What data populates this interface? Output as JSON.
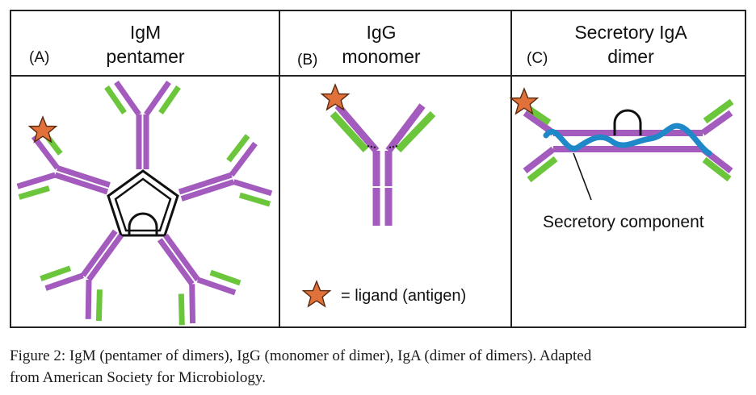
{
  "colors": {
    "heavy_chain": "#a35bbd",
    "light_chain": "#6cc63c",
    "secretory_component": "#1e88c8",
    "ligand_star": "#e0713a",
    "border": "#222222"
  },
  "panels": [
    {
      "letter": "(A)",
      "title_line1": "IgM",
      "title_line2": "pentamer"
    },
    {
      "letter": "(B)",
      "title_line1": "IgG",
      "title_line2": "monomer"
    },
    {
      "letter": "(C)",
      "title_line1": "Secretory IgA",
      "title_line2": "dimer"
    }
  ],
  "secretory_label": "Secretory component",
  "legend": {
    "icon": "star-icon",
    "text": "= ligand (antigen)"
  },
  "caption": {
    "line1": "Figure 2: IgM (pentamer of dimers), IgG (monomer of dimer), IgA (dimer of dimers). Adapted",
    "line2": "from American Society for Microbiology."
  }
}
